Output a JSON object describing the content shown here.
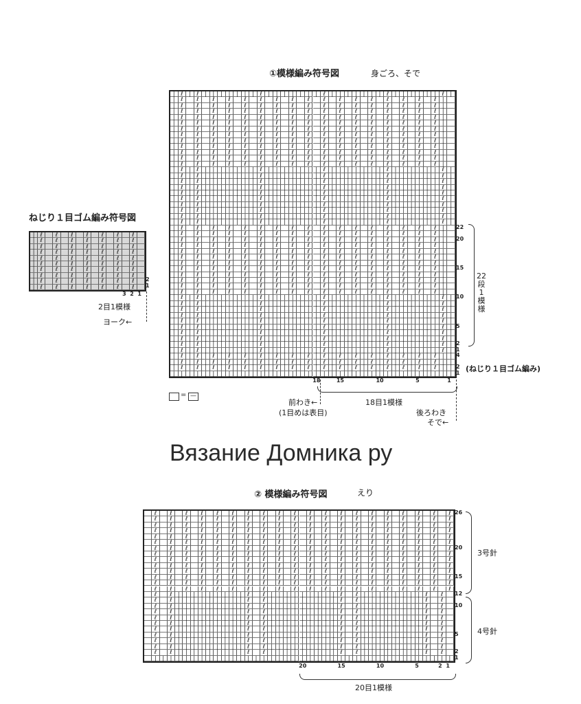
{
  "chart1": {
    "title": "①模様編み符号図",
    "subtitle": "身ごろ、そで",
    "cols": 36,
    "rows": 49,
    "rib_rows": 4,
    "body_pattern": "|ℓ ℓ ℓ ℓ ℓ ℓ ℓ ℓ ℓ ℓ ℓ ℓ ℓ ℓ ℓ ℓ ℓ|",
    "lower_pattern": "|ℓ|ℓ|||||||ℓ|||||||ℓ|||||||ℓ||||||ℓ|",
    "rib_pattern": "|ℓ|ℓ|ℓ|ℓ|ℓ|ℓ|ℓ|ℓ|ℓ|ℓ|ℓ|ℓ|ℓ|ℓ|ℓ|ℓ|ℓ||",
    "row_labels_rib": [
      "1",
      "2",
      "4"
    ],
    "row_labels": [
      "1",
      "2",
      "5",
      "10",
      "15",
      "20",
      "22"
    ],
    "col_labels": [
      "18",
      "15",
      "10",
      "5",
      "1"
    ],
    "repeat_rows_label": [
      "22",
      "段",
      "1",
      "模",
      "様"
    ],
    "rib_label": "(ねじり１目ゴム編み)",
    "repeat_cols_label": "18目1模様",
    "front_label": "前わき←",
    "front_note": "(1目めは表目)",
    "back_label": "後ろわき",
    "sleeve_label": "そで←",
    "legend_eq": "="
  },
  "rib_chart": {
    "title": "ねじり１目ゴム編み符号図",
    "cols": 15,
    "rows": 10,
    "pattern": "|ℓ ℓ ℓ ℓ ℓ ℓ ℓ |",
    "row_labels": [
      "1",
      "2"
    ],
    "col_labels": [
      "3",
      "2",
      "1"
    ],
    "repeat_label": "2目1模様",
    "yoke_label": "ヨーク←"
  },
  "watermark": "Вязание Домника ру",
  "chart2": {
    "title": "② 模様編み符号図",
    "subtitle": "えり",
    "cols": 40,
    "rows": 26,
    "upper_pattern": " ℓ ℓ ℓ ℓ ℓ ℓ ℓ ℓ ℓ ℓ ℓ ℓ ℓ ℓ ℓ ℓ ℓ ℓ ℓ ℓ",
    "lower_pattern": " ℓ ℓ|||||||||ℓ ℓ|||||||||ℓ ℓ||||||||ℓ ℓ",
    "row_labels": [
      "1",
      "2",
      "5",
      "10",
      "12",
      "15",
      "20",
      "26"
    ],
    "col_labels": [
      "20",
      "15",
      "10",
      "5",
      "2",
      "1"
    ],
    "needle_upper": "3号針",
    "needle_lower": "4号針",
    "repeat_cols_label": "20目1模様"
  }
}
